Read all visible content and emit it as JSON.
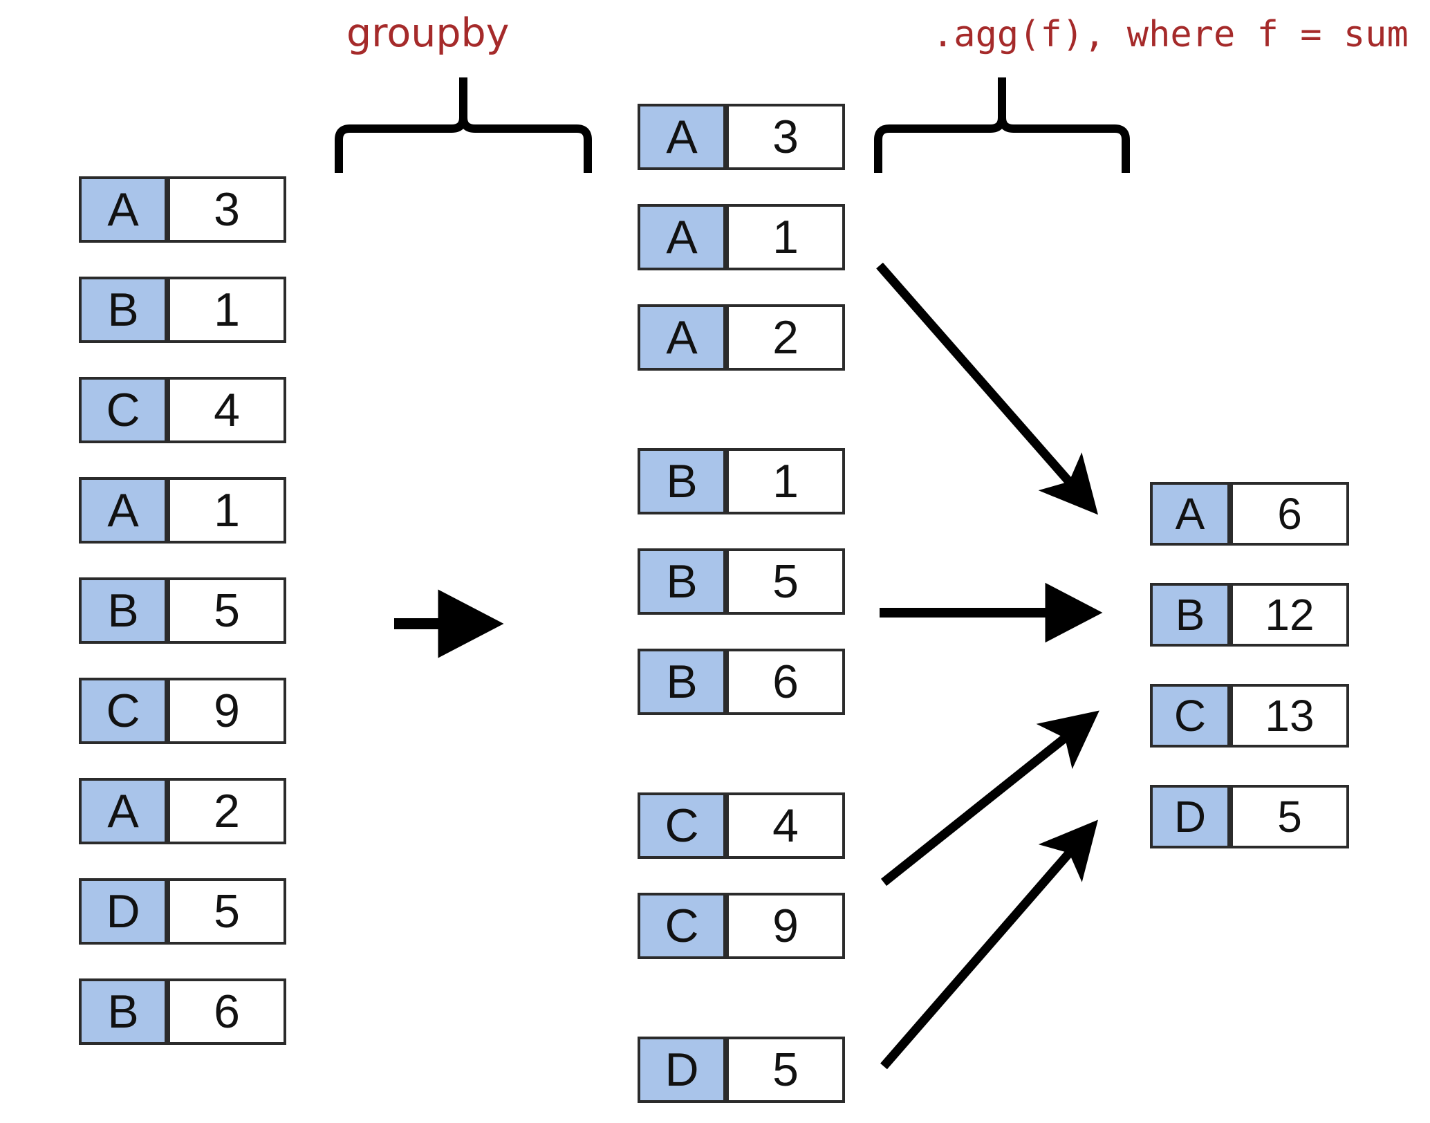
{
  "diagram": {
    "title_annotations": [
      {
        "name": "groupby-label",
        "text": "groupby"
      },
      {
        "name": "agg-label",
        "text": ".agg(f), where f = sum"
      }
    ],
    "colors": {
      "key_cell_fill": "#a9c4ea",
      "cell_border": "#2b2b2b",
      "annotation_text": "#a52a2a",
      "arrow": "#000000",
      "background": "#ffffff"
    },
    "columns": {
      "input": {
        "name": "input-table",
        "rows": [
          {
            "key": "A",
            "value": "3"
          },
          {
            "key": "B",
            "value": "1"
          },
          {
            "key": "C",
            "value": "4"
          },
          {
            "key": "A",
            "value": "1"
          },
          {
            "key": "B",
            "value": "5"
          },
          {
            "key": "C",
            "value": "9"
          },
          {
            "key": "A",
            "value": "2"
          },
          {
            "key": "D",
            "value": "5"
          },
          {
            "key": "B",
            "value": "6"
          }
        ]
      },
      "grouped": {
        "name": "grouped-table",
        "groups": [
          {
            "group_key": "A",
            "rows": [
              {
                "key": "A",
                "value": "3"
              },
              {
                "key": "A",
                "value": "1"
              },
              {
                "key": "A",
                "value": "2"
              }
            ]
          },
          {
            "group_key": "B",
            "rows": [
              {
                "key": "B",
                "value": "1"
              },
              {
                "key": "B",
                "value": "5"
              },
              {
                "key": "B",
                "value": "6"
              }
            ]
          },
          {
            "group_key": "C",
            "rows": [
              {
                "key": "C",
                "value": "4"
              },
              {
                "key": "C",
                "value": "9"
              }
            ]
          },
          {
            "group_key": "D",
            "rows": [
              {
                "key": "D",
                "value": "5"
              }
            ]
          }
        ]
      },
      "result": {
        "name": "aggregated-table",
        "rows": [
          {
            "key": "A",
            "value": "6"
          },
          {
            "key": "B",
            "value": "12"
          },
          {
            "key": "C",
            "value": "13"
          },
          {
            "key": "D",
            "value": "5"
          }
        ]
      }
    }
  }
}
